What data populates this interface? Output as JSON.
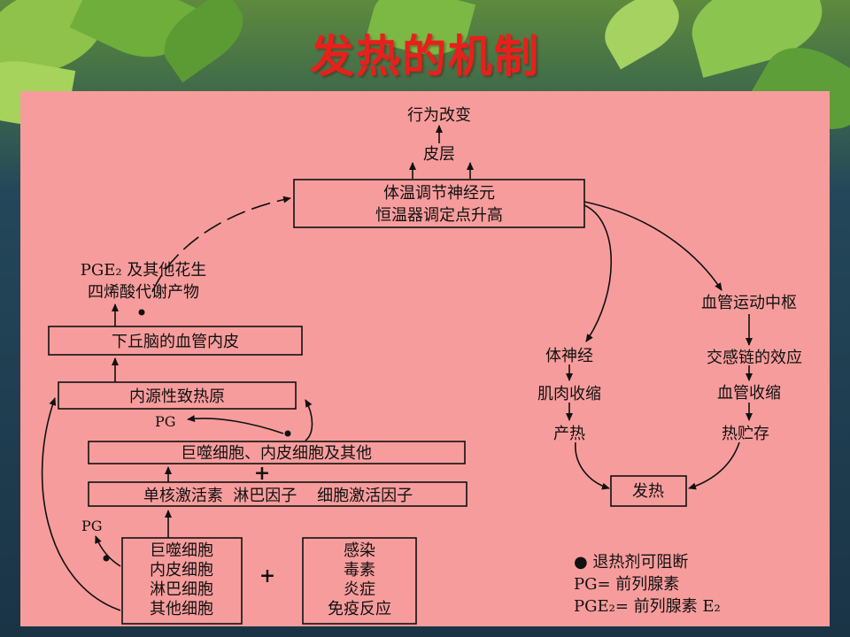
{
  "title": "发热的机制",
  "diagram": {
    "behavior_change": "行为改变",
    "cortex": "皮层",
    "neuron_line1": "体温调节神经元",
    "neuron_line2": "恒温器调定点升高",
    "pge2_line1": "PGE₂ 及其他花生",
    "pge2_line2": "四烯酸代谢产物",
    "hypothalamus": "下丘脑的血管内皮",
    "endogenous": "内源性致热原",
    "pg_label_1": "PG",
    "macrophage_row": "巨噬细胞、内皮细胞及其他",
    "plus_1": "+",
    "activators_row": "单核激活素  淋巴因子    细胞激活因子",
    "pg_label_2": "PG",
    "cells": [
      "巨噬细胞",
      "内皮细胞",
      "淋巴细胞",
      "其他细胞"
    ],
    "plus_2": "+",
    "causes": [
      "感染",
      "毒素",
      "炎症",
      "免疫反应"
    ],
    "somatic_nerve": "体神经",
    "muscle_contraction": "肌肉收缩",
    "heat_production": "产热",
    "vasomotor_center": "血管运动中枢",
    "sympathetic_effect": "交感链的效应",
    "vasoconstriction": "血管收缩",
    "heat_storage": "热贮存",
    "fever": "发热",
    "legend": [
      "● 退热剂可阻断",
      "PG= 前列腺素",
      "PGE₂= 前列腺素 E₂"
    ]
  }
}
